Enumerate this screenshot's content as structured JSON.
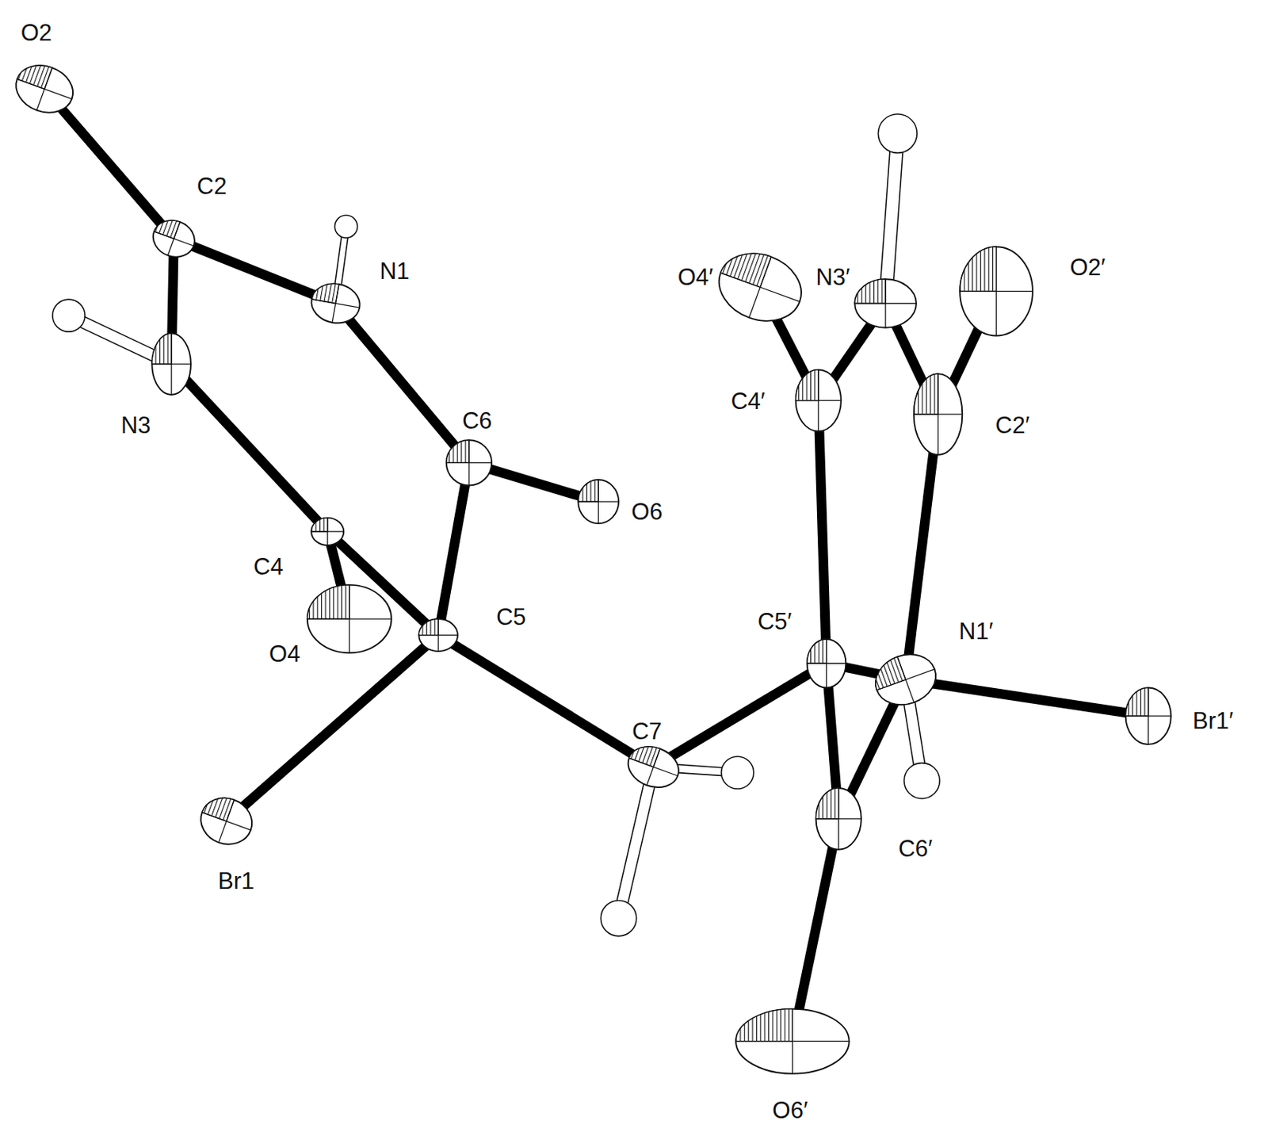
{
  "diagram": {
    "labels": [
      "O2",
      "C2",
      "N1",
      "O4′",
      "N3′",
      "O2′",
      "N3",
      "C6",
      "C4′",
      "C2′",
      "O6",
      "C4",
      "C5",
      "C5′",
      "N1′",
      "O4",
      "C7",
      "Br1′",
      "C6′",
      "Br1",
      "O6′"
    ]
  }
}
